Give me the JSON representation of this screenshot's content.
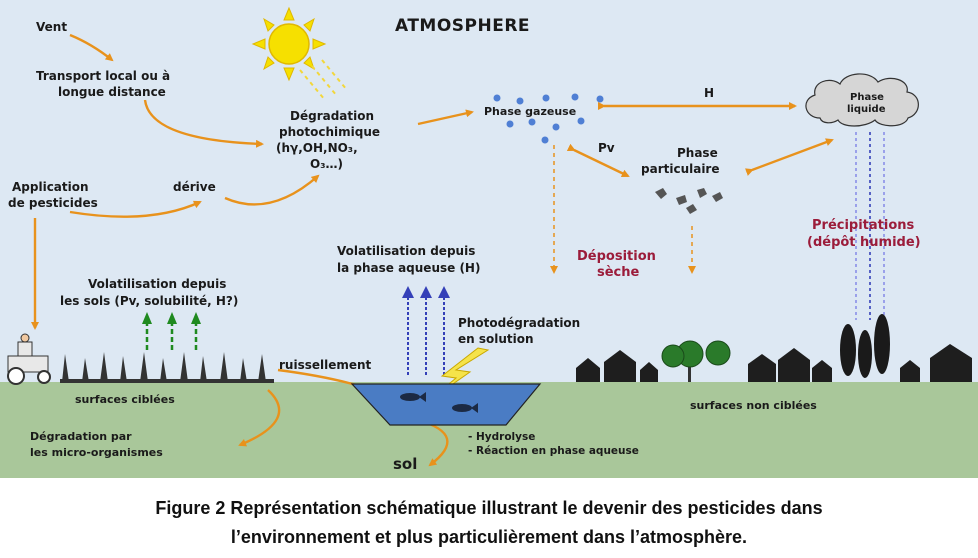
{
  "diagram": {
    "title": "ATMOSPHERE",
    "labels": {
      "vent": "Vent",
      "transport_line1": "Transport local ou à",
      "transport_line2": "longue distance",
      "degradation_line1": "Dégradation",
      "degradation_line2": "photochimique",
      "degradation_line3": "(hγ,OH,NO₃,",
      "degradation_line4": "O₃…)",
      "application_line1": "Application",
      "application_line2": "de pesticides",
      "derive": "dérive",
      "phase_gazeuse": "Phase gazeuse",
      "h_top": "H",
      "phase_liquide_line1": "Phase",
      "phase_liquide_line2": "liquide",
      "pv": "Pv",
      "phase_particulaire_line1": "Phase",
      "phase_particulaire_line2": "particulaire",
      "precipitations_line1": "Précipitations",
      "precipitations_line2": "(dépôt humide)",
      "deposition_line1": "Déposition",
      "deposition_line2": "sèche",
      "volat_aqueuse_line1": "Volatilisation depuis",
      "volat_aqueuse_line2": "la phase aqueuse (H)",
      "volat_sols_line1": "Volatilisation depuis",
      "volat_sols_line2": "les sols (Pv, solubilité, H?)",
      "photodeg_line1": "Photodégradation",
      "photodeg_line2": "en solution",
      "ruissellement": "ruissellement",
      "surfaces_ciblees": "surfaces ciblées",
      "surfaces_non_ciblees": "surfaces non ciblées",
      "degradation_micro_line1": "Dégradation par",
      "degradation_micro_line2": "les micro-organismes",
      "sol": "sol",
      "hydrolyse": "- Hydrolyse",
      "reaction_aqueuse": "- Réaction en phase aqueuse"
    },
    "colors": {
      "sky": "#dde8f3",
      "ground": "#a9c79a",
      "arrow_orange": "#e8921c",
      "arrow_green": "#1f8a1f",
      "arrow_blue": "#3440b8",
      "arrow_lilac": "#8a8fe8",
      "water": "#4a7cc4",
      "red_text": "#9b1c3a"
    }
  },
  "caption": {
    "line1": "Figure 2 Représentation schématique illustrant le devenir des pesticides dans",
    "line2": "l’environnement et plus particulièrement dans l’atmosphère."
  }
}
